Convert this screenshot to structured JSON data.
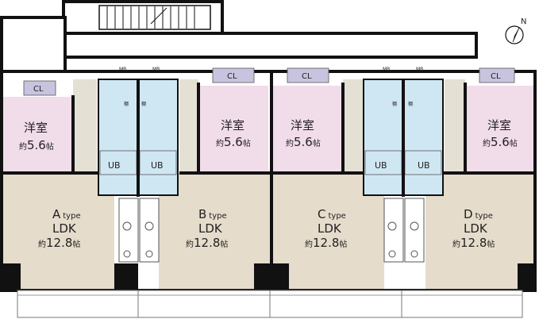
{
  "units": [
    {
      "id": "a",
      "type_letter": "A",
      "type_word": "type",
      "ldk": "LDK",
      "ldk_pre": "約",
      "ldk_size": "12.8",
      "ldk_unit": "帖",
      "room": "洋室",
      "room_pre": "約",
      "room_size": "5.6",
      "room_unit": "帖",
      "cl": "CL",
      "ub": "UB",
      "shelf": "棚",
      "mb": "MB"
    },
    {
      "id": "b",
      "type_letter": "B",
      "type_word": "type",
      "ldk": "LDK",
      "ldk_pre": "約",
      "ldk_size": "12.8",
      "ldk_unit": "帖",
      "room": "洋室",
      "room_pre": "約",
      "room_size": "5.6",
      "room_unit": "帖",
      "cl": "CL",
      "ub": "UB",
      "shelf": "棚",
      "mb": "MB"
    },
    {
      "id": "c",
      "type_letter": "C",
      "type_word": "type",
      "ldk": "LDK",
      "ldk_pre": "約",
      "ldk_size": "12.8",
      "ldk_unit": "帖",
      "room": "洋室",
      "room_pre": "約",
      "room_size": "5.6",
      "room_unit": "帖",
      "cl": "CL",
      "ub": "UB",
      "shelf": "棚",
      "mb": "MB"
    },
    {
      "id": "d",
      "type_letter": "D",
      "type_word": "type",
      "ldk": "LDK",
      "ldk_pre": "約",
      "ldk_size": "12.8",
      "ldk_unit": "帖",
      "room": "洋室",
      "room_pre": "約",
      "room_size": "5.6",
      "room_unit": "帖",
      "cl": "CL",
      "ub": "UB",
      "shelf": "棚",
      "mb": "MB"
    }
  ],
  "compass": {
    "label": "N"
  },
  "colors": {
    "ldk": "#e6dccb",
    "room": "#f1dcea",
    "bath": "#cfe7f2",
    "closet": "#c8c4df",
    "wall": "#111111",
    "corridor": "#e4e0d4",
    "gray": "#bdbdbd"
  }
}
